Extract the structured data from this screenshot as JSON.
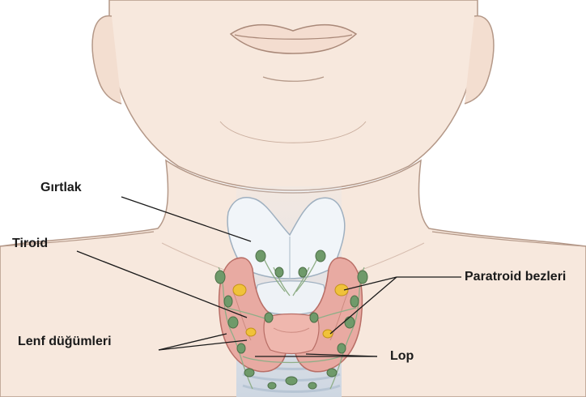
{
  "labels": {
    "larynx": "Gırtlak",
    "thyroid": "Tiroid",
    "lymph_nodes": "Lenf düğümleri",
    "parathyroid": "Paratroid bezleri",
    "lobe": "Lop"
  },
  "colors": {
    "skin": "#f7e8dd",
    "skin_outline": "#b49888",
    "thyroid": "#e8aaa2",
    "cartilage": "#f1f5f9",
    "lymph": "#6f9a6a",
    "parathyroid": "#f0c23a",
    "leader_line": "#1a1a1a"
  }
}
